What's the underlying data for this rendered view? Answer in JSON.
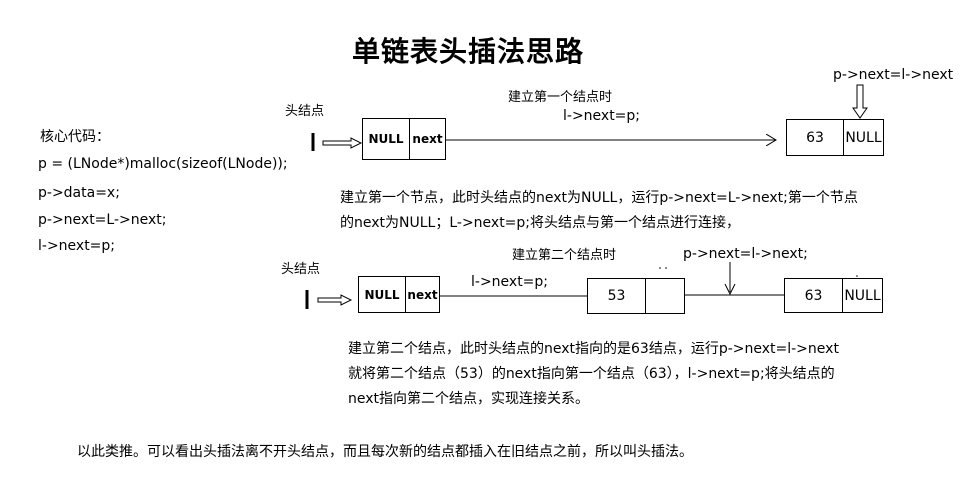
{
  "title": "单链表头插法思路",
  "code": {
    "label": "核心代码：",
    "lines": [
      "p = (LNode*)malloc(sizeof(LNode));",
      "p->data=x;",
      "p->next=L->next;",
      "l->next=p;"
    ]
  },
  "step1": {
    "head_label": "头结点",
    "caption": "建立第一个结点时",
    "link_label": "l->next=p;",
    "top_label": "p->next=l->next",
    "head_node": {
      "data": "NULL",
      "next": "next"
    },
    "node": {
      "data": "63",
      "next": "NULL"
    },
    "desc": [
      "建立第一个节点，此时头结点的next为NULL，运行p->next=L->next;第一个节点",
      "的next为NULL；L->next=p;将头结点与第一个结点进行连接，"
    ]
  },
  "step2": {
    "head_label": "头结点",
    "caption": "建立第二个结点时",
    "link_label": "l->next=p;",
    "top_label": "p->next=l->next;",
    "head_node": {
      "data": "NULL",
      "next": "next"
    },
    "node_new": {
      "data": "53",
      "next": ""
    },
    "node_old": {
      "data": "63",
      "next": "NULL"
    },
    "desc": [
      "建立第二个结点，此时头结点的next指向的是63结点，运行p->next=l->next",
      "就将第二个结点（53）的next指向第一个结点（63），l->next=p;将头结点的",
      "next指向第二个结点，实现连接关系。"
    ]
  },
  "conclusion": "以此类推。可以看出头插法离不开头结点，而且每次新的结点都插入在旧结点之前，所以叫头插法。"
}
